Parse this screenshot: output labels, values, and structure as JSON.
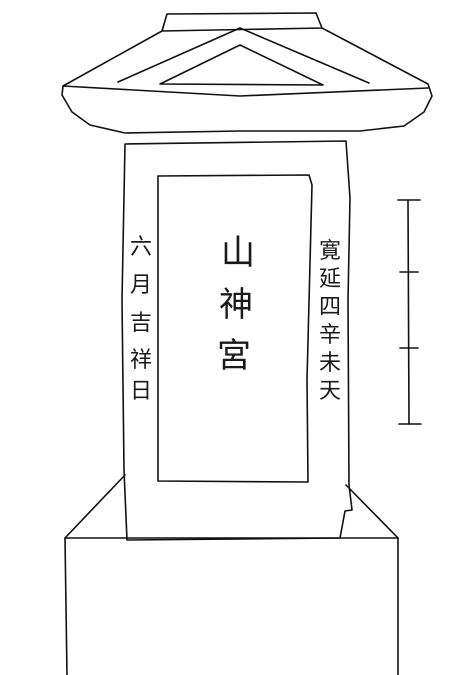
{
  "monument": {
    "center_inscription": [
      "山",
      "神",
      "宮"
    ],
    "right_inscription": [
      "寛",
      "延",
      "四",
      "辛",
      "未",
      "天"
    ],
    "left_inscription": [
      "六",
      "月",
      "吉",
      "祥",
      "日"
    ]
  },
  "scale_bar": {
    "segments": 3
  },
  "colors": {
    "ink": "#111111",
    "paper": "#ffffff"
  }
}
